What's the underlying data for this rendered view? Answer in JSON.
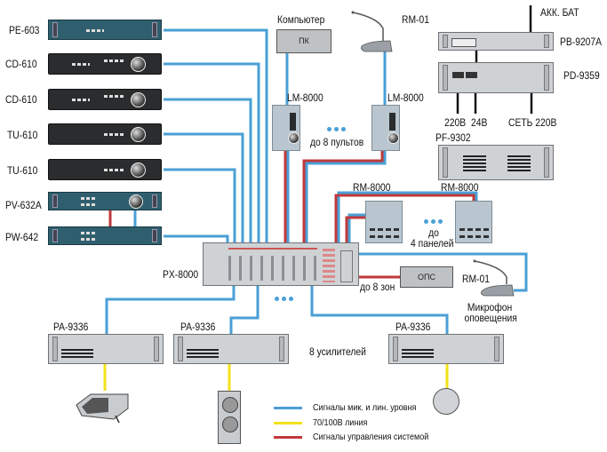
{
  "colors": {
    "signal": "#4a9fd6",
    "line_70_100v": "#f2e21a",
    "control": "#c0393b",
    "power": "#111111"
  },
  "sources": [
    {
      "label": "PE-603"
    },
    {
      "label": "CD-610"
    },
    {
      "label": "CD-610"
    },
    {
      "label": "TU-610"
    },
    {
      "label": "TU-610"
    },
    {
      "label": "PV-632A"
    },
    {
      "label": "PW-642"
    }
  ],
  "computer": {
    "title": "Компьютер",
    "box_label": "ПК"
  },
  "rm01_top": {
    "label": "RM-01"
  },
  "lm8000": [
    {
      "label": "LM-8000"
    },
    {
      "label": "LM-8000"
    }
  ],
  "lm_note": "до 8 пультов",
  "power": {
    "battery_label": "АКК. БАТ",
    "pb_label": "PB-9207A",
    "pd_label": "PD-9359",
    "out_220": "220В",
    "out_24": "24В",
    "mains": "СЕТЬ 220В"
  },
  "pf": {
    "label": "PF-9302"
  },
  "rm8000": [
    {
      "label": "RM-8000"
    },
    {
      "label": "RM-8000"
    }
  ],
  "rm8000_note_1": "до",
  "rm8000_note_2": "4 панелей",
  "matrix": {
    "label": "PX-8000"
  },
  "ops": {
    "box_label": "ОПС",
    "zones_note": "до 8 зон"
  },
  "rm01_right": {
    "label": "RM-01",
    "caption_1": "Микрофон",
    "caption_2": "оповещения"
  },
  "amps": [
    {
      "label": "PA-9336"
    },
    {
      "label": "PA-9336"
    },
    {
      "label": "PA-9336"
    }
  ],
  "amps_note": "8 усилителей",
  "legend": [
    {
      "color_key": "signal",
      "text": "Сигналы мик. и лин. уровня"
    },
    {
      "color_key": "line_70_100v",
      "text": "70/100В линия"
    },
    {
      "color_key": "control",
      "text": "Сигналы управления системой"
    }
  ]
}
